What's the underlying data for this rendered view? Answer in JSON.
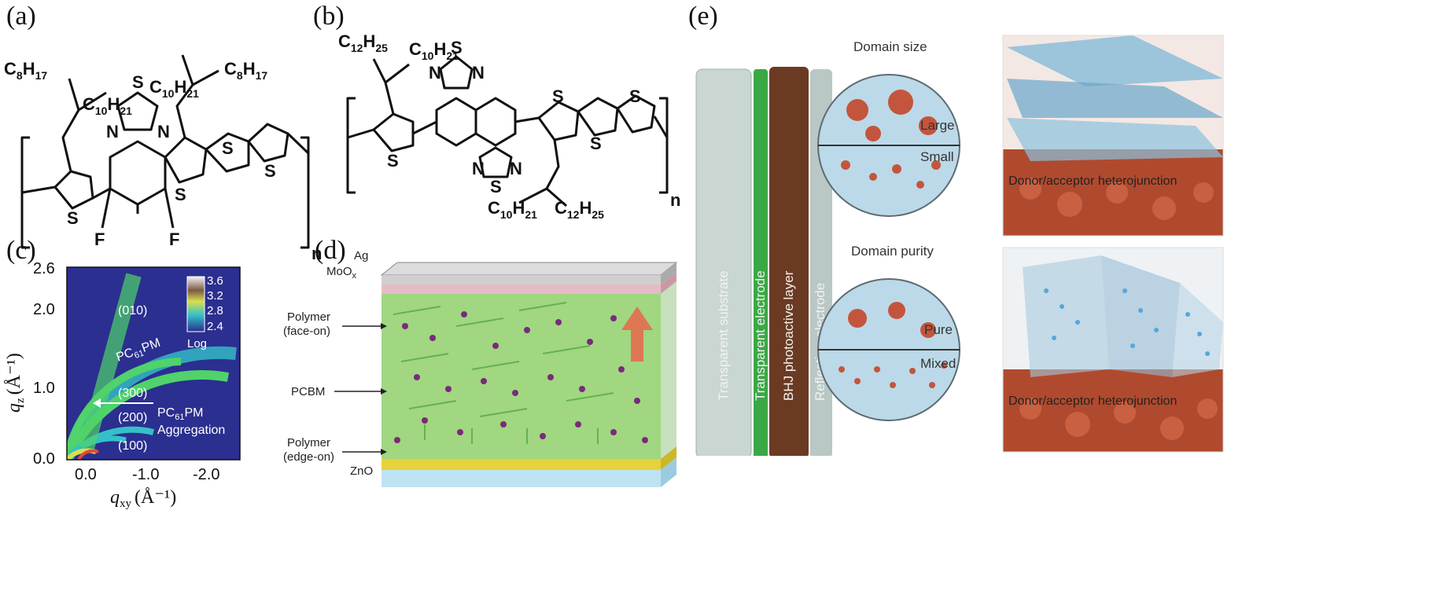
{
  "panels": {
    "a": {
      "label": "(a)",
      "side_chain_left": {
        "top": "C",
        "top_sub": "8",
        "top2": "H",
        "top2_sub": "17",
        "right": "C",
        "right_sub": "10",
        "right2": "H",
        "right2_sub": "21"
      },
      "side_chain_right": {
        "left": "C",
        "left_sub": "10",
        "left2": "H",
        "left2_sub": "21",
        "right": "C",
        "right_sub": "8",
        "right2": "H",
        "right2_sub": "17"
      },
      "atom_S": "S",
      "atom_N": "N",
      "atom_F": "F",
      "repeat": "n"
    },
    "b": {
      "label": "(b)",
      "side_chain_top": {
        "a": "C",
        "a_sub": "12",
        "b": "H",
        "b_sub": "25",
        "c": "C",
        "c_sub": "10",
        "d": "H",
        "d_sub": "21"
      },
      "side_chain_bottom": {
        "a": "C",
        "a_sub": "10",
        "b": "H",
        "b_sub": "21",
        "c": "C",
        "c_sub": "12",
        "d": "H",
        "d_sub": "25"
      },
      "atom_S": "S",
      "atom_N": "N",
      "repeat": "n"
    },
    "c": {
      "label": "(c)",
      "ylabel": "q",
      "ylabel_sub": "z",
      "ylabel_unit": "(Å⁻¹)",
      "xlabel": "q",
      "xlabel_sub": "xy",
      "xlabel_unit": "(Å⁻¹)",
      "yticks": [
        "2.6",
        "2.0",
        "1.0",
        "0.0"
      ],
      "xticks": [
        "0.0",
        "-1.0",
        "-2.0"
      ],
      "colorbar_ticks": [
        "3.6",
        "3.2",
        "2.8",
        "2.4"
      ],
      "colorbar_label": "Log",
      "annotations": {
        "p010": "(010)",
        "pc61pm": "PC",
        "pc61pm_sub": "61",
        "pc61pm_tail": "PM",
        "p300": "(300)",
        "p200": "(200)",
        "p100": "(100)",
        "agg1": "PC",
        "agg1_sub": "61",
        "agg1_tail": "PM",
        "agg2": "Aggregation"
      },
      "colors": {
        "background": "#2b2f8f",
        "arc_green": "#4fd36a",
        "arc_yellow": "#d8e04a",
        "arc_cyan": "#35c0c8"
      }
    },
    "d": {
      "label": "(d)",
      "layers": {
        "ag": "Ag",
        "moox": "MoO",
        "moox_sub": "x",
        "zno": "ZnO"
      },
      "callouts": {
        "face_on_1": "Polymer",
        "face_on_2": "(face-on)",
        "pcbm": "PCBM",
        "edge_on_1": "Polymer",
        "edge_on_2": "(edge-on)"
      },
      "colors": {
        "polymer": "#5cbf3a",
        "pcbm": "#7a2a7a",
        "zno": "#e6d23a",
        "glass": "#bfe3f2"
      }
    },
    "e": {
      "label": "(e)",
      "layers": [
        "Transparent substrate",
        "Transparent electrode",
        "BHJ photoactive layer",
        "Reflecting electrode"
      ],
      "domain_size": {
        "title": "Domain size",
        "top": "Large",
        "bottom": "Small"
      },
      "domain_purity": {
        "title": "Domain purity",
        "top": "Pure",
        "bottom": "Mixed"
      },
      "heterojunction_top": "Donor/acceptor heterojunction",
      "heterojunction_bottom": "Donor/acceptor heterojunction",
      "colors": {
        "substrate": "#c9d6d2",
        "electrode": "#3aa845",
        "bhj": "#6b3a22",
        "reflect": "#b9c8c4",
        "acceptor": "#c4472a",
        "donor": "#8fc3e0"
      }
    }
  }
}
